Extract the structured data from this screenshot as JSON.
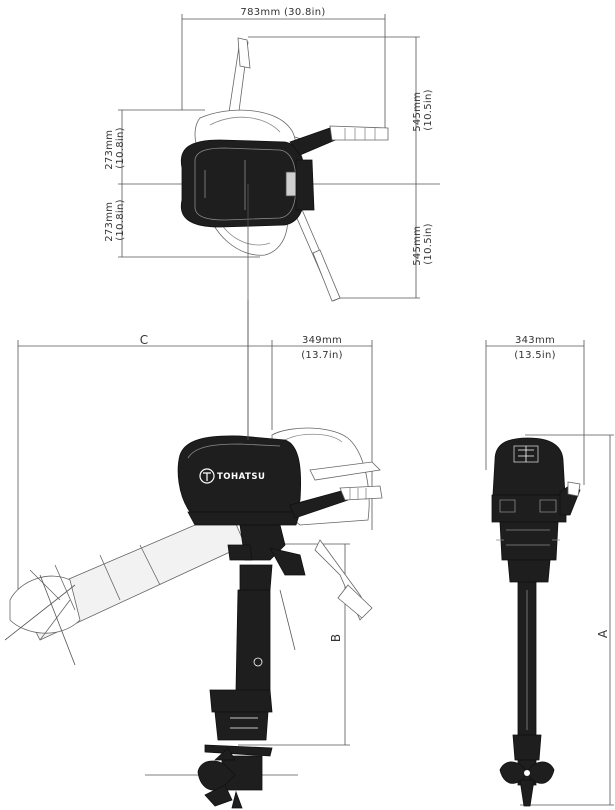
{
  "top_view": {
    "width_label": "783mm (30.8in)",
    "left_upper_label": "273mm\n(10.8in)",
    "left_lower_label": "273mm\n(10.8in)",
    "right_upper_label": "545mm\n(10.5in)",
    "right_lower_label": "545mm\n(10.5in)"
  },
  "side_view": {
    "label_c": "C",
    "width_label_line1": "349mm",
    "width_label_line2": "(13.7in)",
    "label_b": "B",
    "brand": "TOHATSU"
  },
  "front_view": {
    "width_label_line1": "343mm",
    "width_label_line2": "(13.5in)",
    "label_a": "A"
  },
  "colors": {
    "body": "#1e1e1e",
    "line": "#555555",
    "text": "#333333"
  }
}
